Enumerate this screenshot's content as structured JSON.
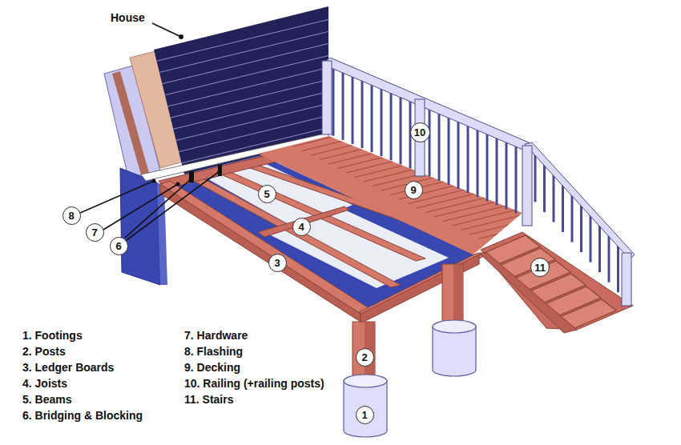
{
  "diagram": {
    "nodes": [
      {
        "text": [
          "10"
        ]
      },
      {
        "text": [
          "5"
        ]
      },
      {
        "text": [
          "9"
        ]
      },
      {
        "text": [
          "8"
        ]
      },
      {
        "text": [
          "4"
        ]
      },
      {
        "text": [
          "7"
        ]
      },
      {
        "text": [
          "6"
        ]
      },
      {
        "text": [
          "3"
        ]
      },
      {
        "text": [
          "11"
        ]
      },
      {
        "text": [
          "2"
        ]
      },
      {
        "text": [
          "1"
        ]
      }
    ],
    "labels": [
      "House",
      "1. Footings",
      "2. Posts",
      "3. Ledger Boards",
      "4. Joists",
      "5. Beams",
      "6. Bridging & Blocking",
      "7. Hardware",
      "8. Flashing",
      "9. Decking",
      "10. Railing (+railing posts)",
      "11. Stairs"
    ]
  }
}
